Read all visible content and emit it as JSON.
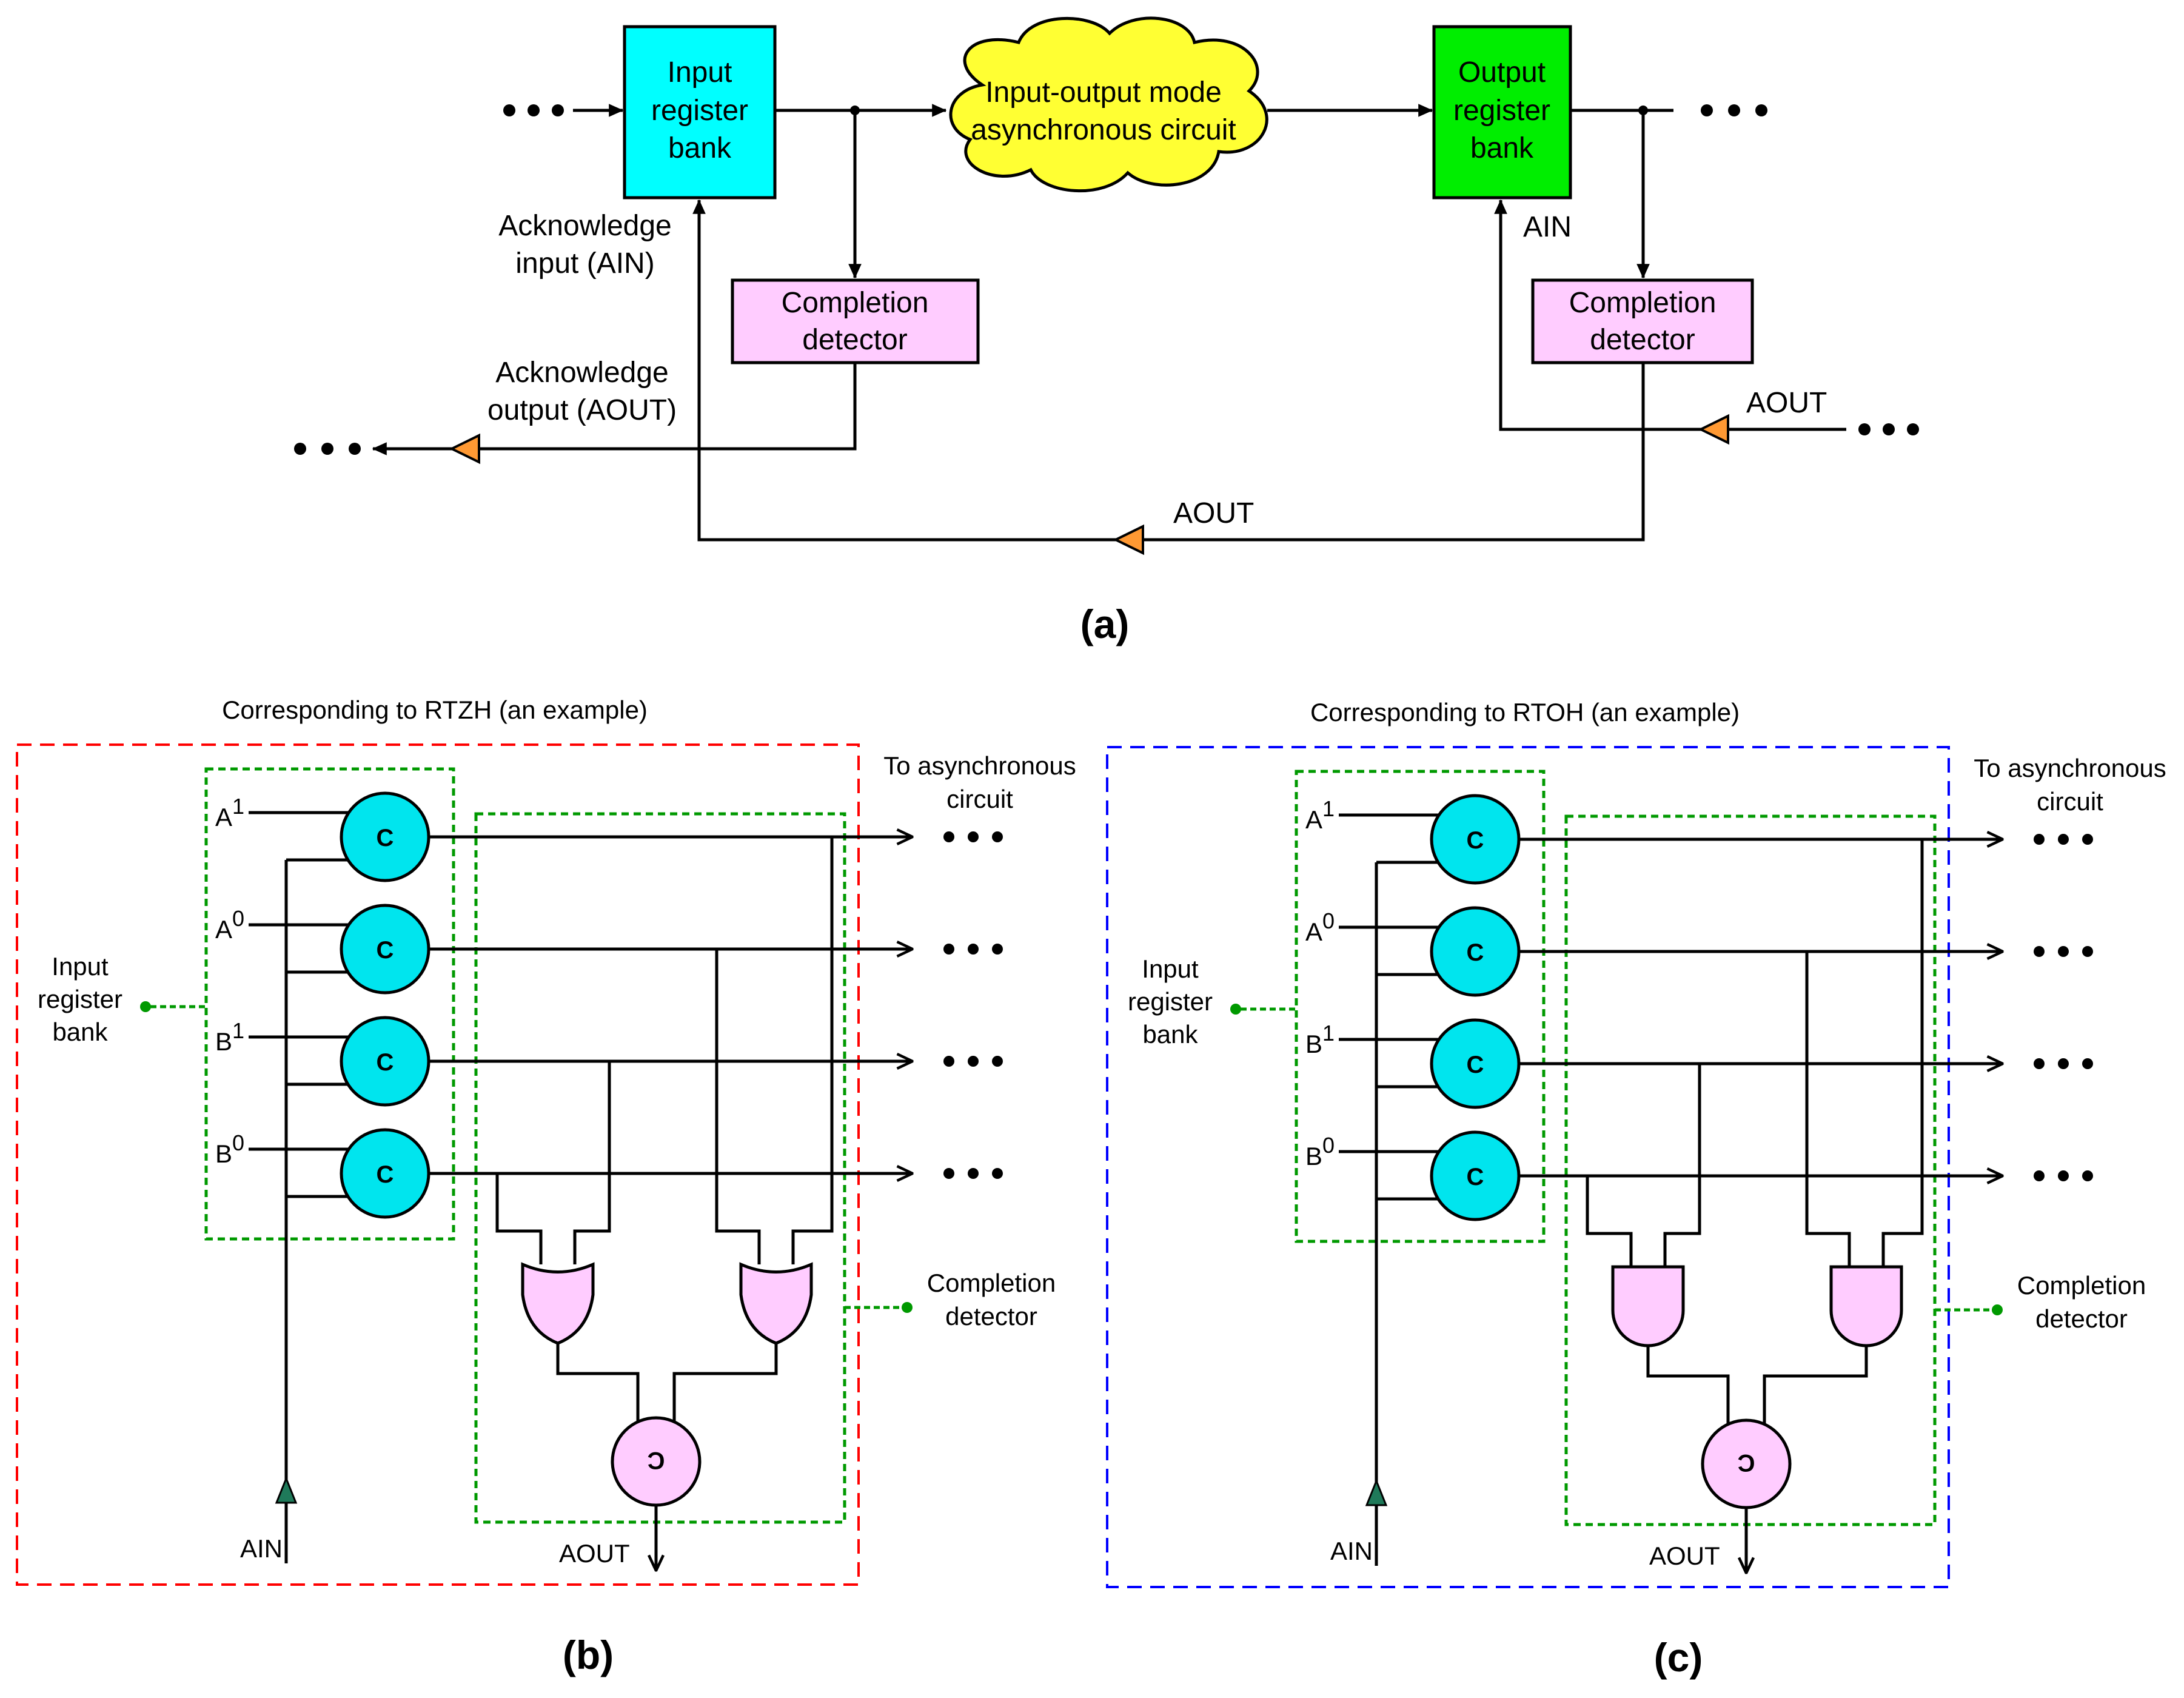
{
  "panel_a": {
    "caption": "(a)",
    "input_bank": [
      "Input",
      "register",
      "bank"
    ],
    "cloud": [
      "Input-output mode",
      "asynchronous circuit"
    ],
    "output_bank": [
      "Output",
      "register",
      "bank"
    ],
    "completion_left": [
      "Completion",
      "detector"
    ],
    "completion_right": [
      "Completion",
      "detector"
    ],
    "ack_input": [
      "Acknowledge",
      "input (AIN)"
    ],
    "ack_output": [
      "Acknowledge",
      "output (AOUT)"
    ],
    "ain": "AIN",
    "aout_right": "AOUT",
    "aout_bottom": "AOUT"
  },
  "panel_b": {
    "caption": "(b)",
    "title": "Corresponding to RTZH (an example)",
    "title_color": "#ff0000",
    "to_async": [
      "To asynchronous",
      "circuit"
    ],
    "input_bank": [
      "Input",
      "register",
      "bank"
    ],
    "completion": [
      "Completion",
      "detector"
    ],
    "signals": [
      {
        "base": "A",
        "sup": "1"
      },
      {
        "base": "A",
        "sup": "0"
      },
      {
        "base": "B",
        "sup": "1"
      },
      {
        "base": "B",
        "sup": "0"
      }
    ],
    "c_label": "C",
    "ain": "AIN",
    "aout": "AOUT",
    "gate_type": "OR"
  },
  "panel_c": {
    "caption": "(c)",
    "title": "Corresponding to RTOH (an example)",
    "title_color": "#0000ff",
    "to_async": [
      "To asynchronous",
      "circuit"
    ],
    "input_bank": [
      "Input",
      "register",
      "bank"
    ],
    "completion": [
      "Completion",
      "detector"
    ],
    "signals": [
      {
        "base": "A",
        "sup": "1"
      },
      {
        "base": "A",
        "sup": "0"
      },
      {
        "base": "B",
        "sup": "1"
      },
      {
        "base": "B",
        "sup": "0"
      }
    ],
    "c_label": "C",
    "ain": "AIN",
    "aout": "AOUT",
    "gate_type": "AND"
  },
  "colors": {
    "input_bank": "#00ffff",
    "output_bank": "#00ee00",
    "cloud": "#ffff33",
    "completion": "#ffccff",
    "c_element": "#00e5ee",
    "buffer": "#ff9933",
    "ain_arrow": "#1f7a5a",
    "green_dash": "#009900"
  }
}
